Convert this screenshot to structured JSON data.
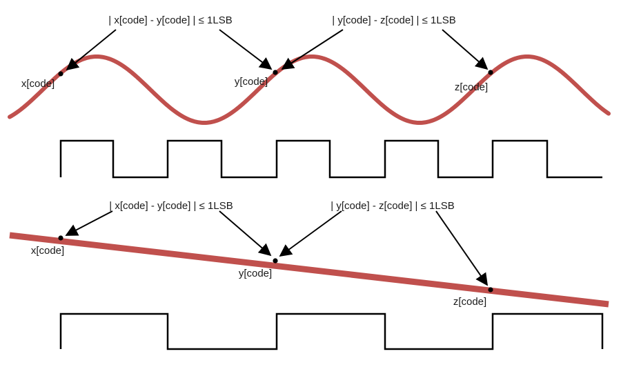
{
  "top_panel": {
    "cond_xy": "| x[code] - y[code] | ≤ 1LSB",
    "cond_yz": "| y[code] - z[code] | ≤ 1LSB",
    "x_label": "x[code]",
    "y_label": "y[code]",
    "z_label": "z[code]"
  },
  "bottom_panel": {
    "cond_xy": "| x[code] - y[code] | ≤ 1LSB",
    "cond_yz": "| y[code] - z[code] | ≤ 1LSB",
    "x_label": "x[code]",
    "y_label": "y[code]",
    "z_label": "z[code]"
  },
  "colors": {
    "signal": "#c0504d",
    "square_wave": "#000000"
  }
}
